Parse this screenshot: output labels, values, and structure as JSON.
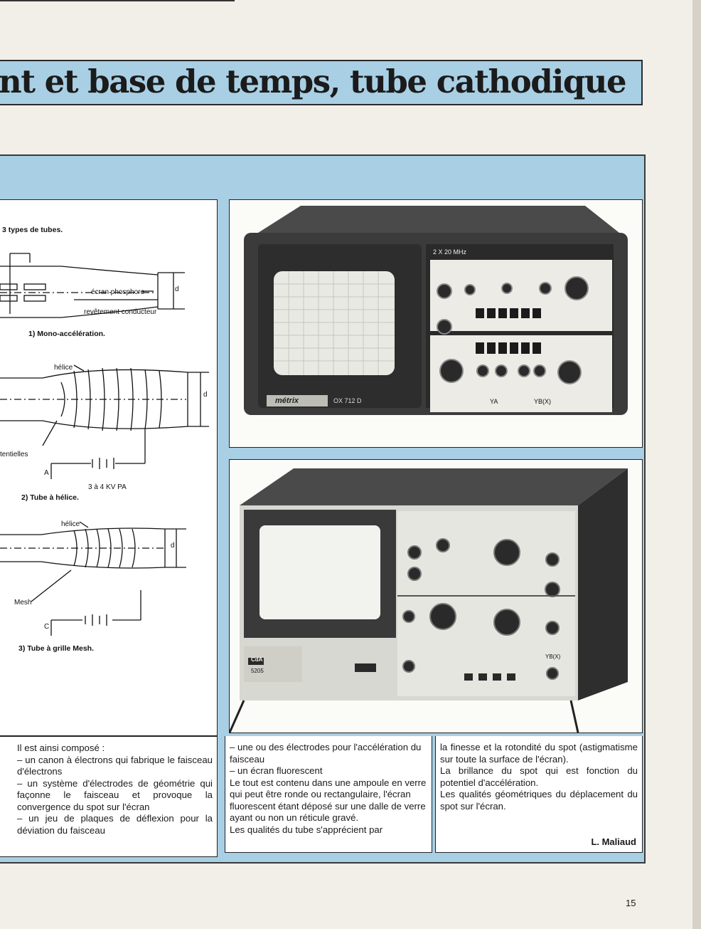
{
  "header": {
    "title": "nt et base de temps, tube cathodique"
  },
  "diagram": {
    "heading": "3 types de tubes.",
    "tube1": {
      "label_screen": "écran phosphore",
      "label_coating": "revêtement conducteur",
      "label_d": "d",
      "caption": "1) Mono-accélération."
    },
    "tube2": {
      "label_helix": "hélice",
      "label_potentials": "tentielles",
      "label_A": "A",
      "label_voltage": "3 à 4 KV PA",
      "label_d": "d",
      "caption": "2) Tube à hélice."
    },
    "tube3": {
      "label_helix": "hélice",
      "label_mesh": "Mesh",
      "label_C": "C",
      "label_d": "d",
      "caption": "3) Tube à grille Mesh."
    }
  },
  "photo1": {
    "brand": "métrix",
    "model": "OX 712 D",
    "freq": "2 X 20 MHz",
    "ch_a": "YA",
    "ch_b": "YB(X)"
  },
  "photo2": {
    "brand": "CdA",
    "model": "5205",
    "side": "YB(X)"
  },
  "text": {
    "col1": [
      "Il est ainsi composé :",
      "– un canon à électrons qui fabrique le faisceau d'électrons",
      "– un système d'électrodes de géométrie qui façonne le faisceau et provoque la convergence du spot sur l'écran",
      "– un jeu de plaques de déflexion pour la déviation du faisceau"
    ],
    "col2": [
      "– une ou des électrodes pour l'accélération du faisceau",
      "– un écran fluorescent",
      "Le tout est contenu dans une ampoule en verre qui peut être ronde ou rectangulaire, l'écran fluorescent étant déposé sur une dalle de verre ayant ou non un réticule gravé.",
      "Les qualités du tube s'apprécient par"
    ],
    "col3": [
      "la finesse et la rotondité du spot (astigmatisme sur toute la surface de l'écran).",
      "La brillance du spot qui est fonction du potentiel d'accélération.",
      "Les qualités géométriques du déplacement du spot sur l'écran."
    ],
    "signature": "L. Maliaud"
  },
  "page_number": "15"
}
